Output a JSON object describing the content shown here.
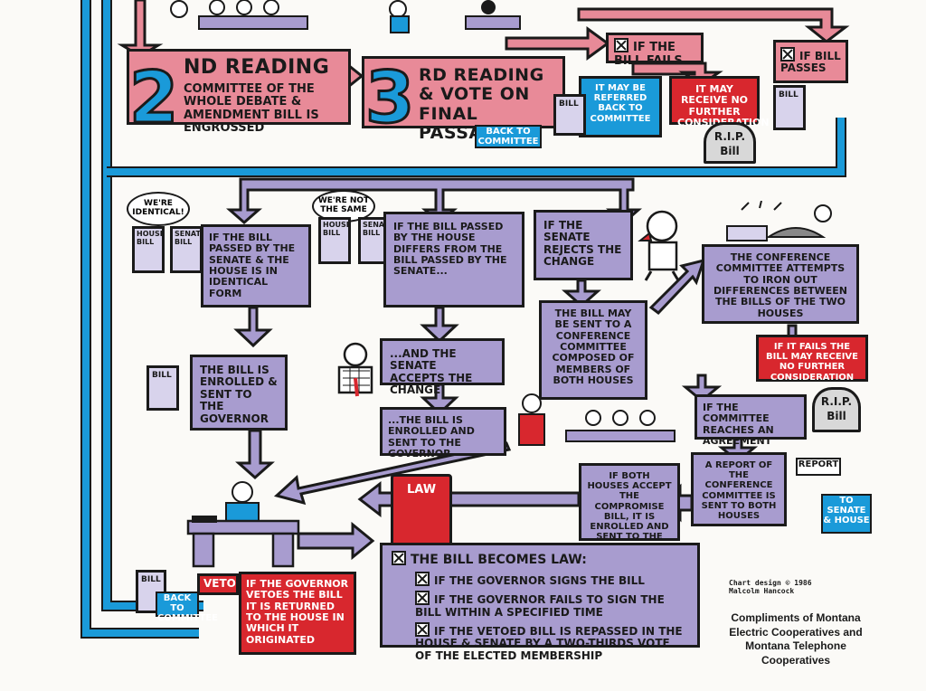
{
  "colors": {
    "purple": "#a89ccf",
    "pink": "#e88a98",
    "red": "#d8272e",
    "blue": "#1a9ad9",
    "outline": "#1a1a1a",
    "paper": "#fbfaf7"
  },
  "second_reading": {
    "number": "2",
    "title": "nd Reading",
    "body": "Committee of the whole debate & amendment bill is engrossed"
  },
  "third_reading": {
    "number": "3",
    "title": "rd Reading & vote on final passage"
  },
  "if_fails": {
    "label": "If the bill fails"
  },
  "referred_back": {
    "text": "It may be referred back to committee"
  },
  "no_further": {
    "text": "It may receive no further consideration"
  },
  "if_passes": {
    "label": "If bill passes"
  },
  "rip_sign": "R.I.P. Bill",
  "back_to_committee_sign": "Back to committee",
  "identical_bubble": "We're identical!",
  "not_same_bubble": "We're not the same",
  "house_bill_label": "House Bill",
  "senate_bill_label": "Senate Bill",
  "bill_label": "Bill",
  "identical_box": {
    "text": "If the bill passed by the Senate & the House is in identical form"
  },
  "differs_box": {
    "text": "If the bill passed by the House differs from the bill passed by the Senate..."
  },
  "senate_rejects": {
    "text": "If the Senate rejects the change"
  },
  "conference_attempt": {
    "text": "The conference committee attempts to iron out differences between the bills of the two houses"
  },
  "conference_sent": {
    "text": "The bill may be sent to a conference committee composed of members of both houses"
  },
  "fails_no_further": {
    "text": "If it fails the bill may receive no further consideration"
  },
  "enrolled_governor": {
    "text": "The bill is enrolled & sent to the governor"
  },
  "senate_accepts": {
    "text": "...And the Senate accepts the change"
  },
  "enrolled_governor_2": {
    "text": "...The bill is enrolled and sent to the governor"
  },
  "committee_agreement": {
    "text": "If the committee reaches an agreement"
  },
  "both_houses_accept": {
    "text": "If both houses accept the compromise bill, it is enrolled and sent to the governor"
  },
  "conference_report": {
    "text": "A report of the conference committee is sent to both houses"
  },
  "report_sign": "Report",
  "to_senate_house_sign": "To Senate & House",
  "law_book": "Law",
  "becomes_law": {
    "title": "The bill becomes law:",
    "items": [
      "If the governor signs the bill",
      "If the governor fails to sign the bill within a specified time",
      "If the vetoed bill is repassed in the House & Senate by a two-thirds vote of the elected membership"
    ]
  },
  "veto": {
    "tag": "Veto",
    "text": "If the governor vetoes the bill it is returned to the House in which it originated"
  },
  "chart_credit": "Chart design © 1986 Malcolm Hancock",
  "compliments": "Compliments of Montana Electric Cooperatives and Montana Telephone Cooperatives"
}
